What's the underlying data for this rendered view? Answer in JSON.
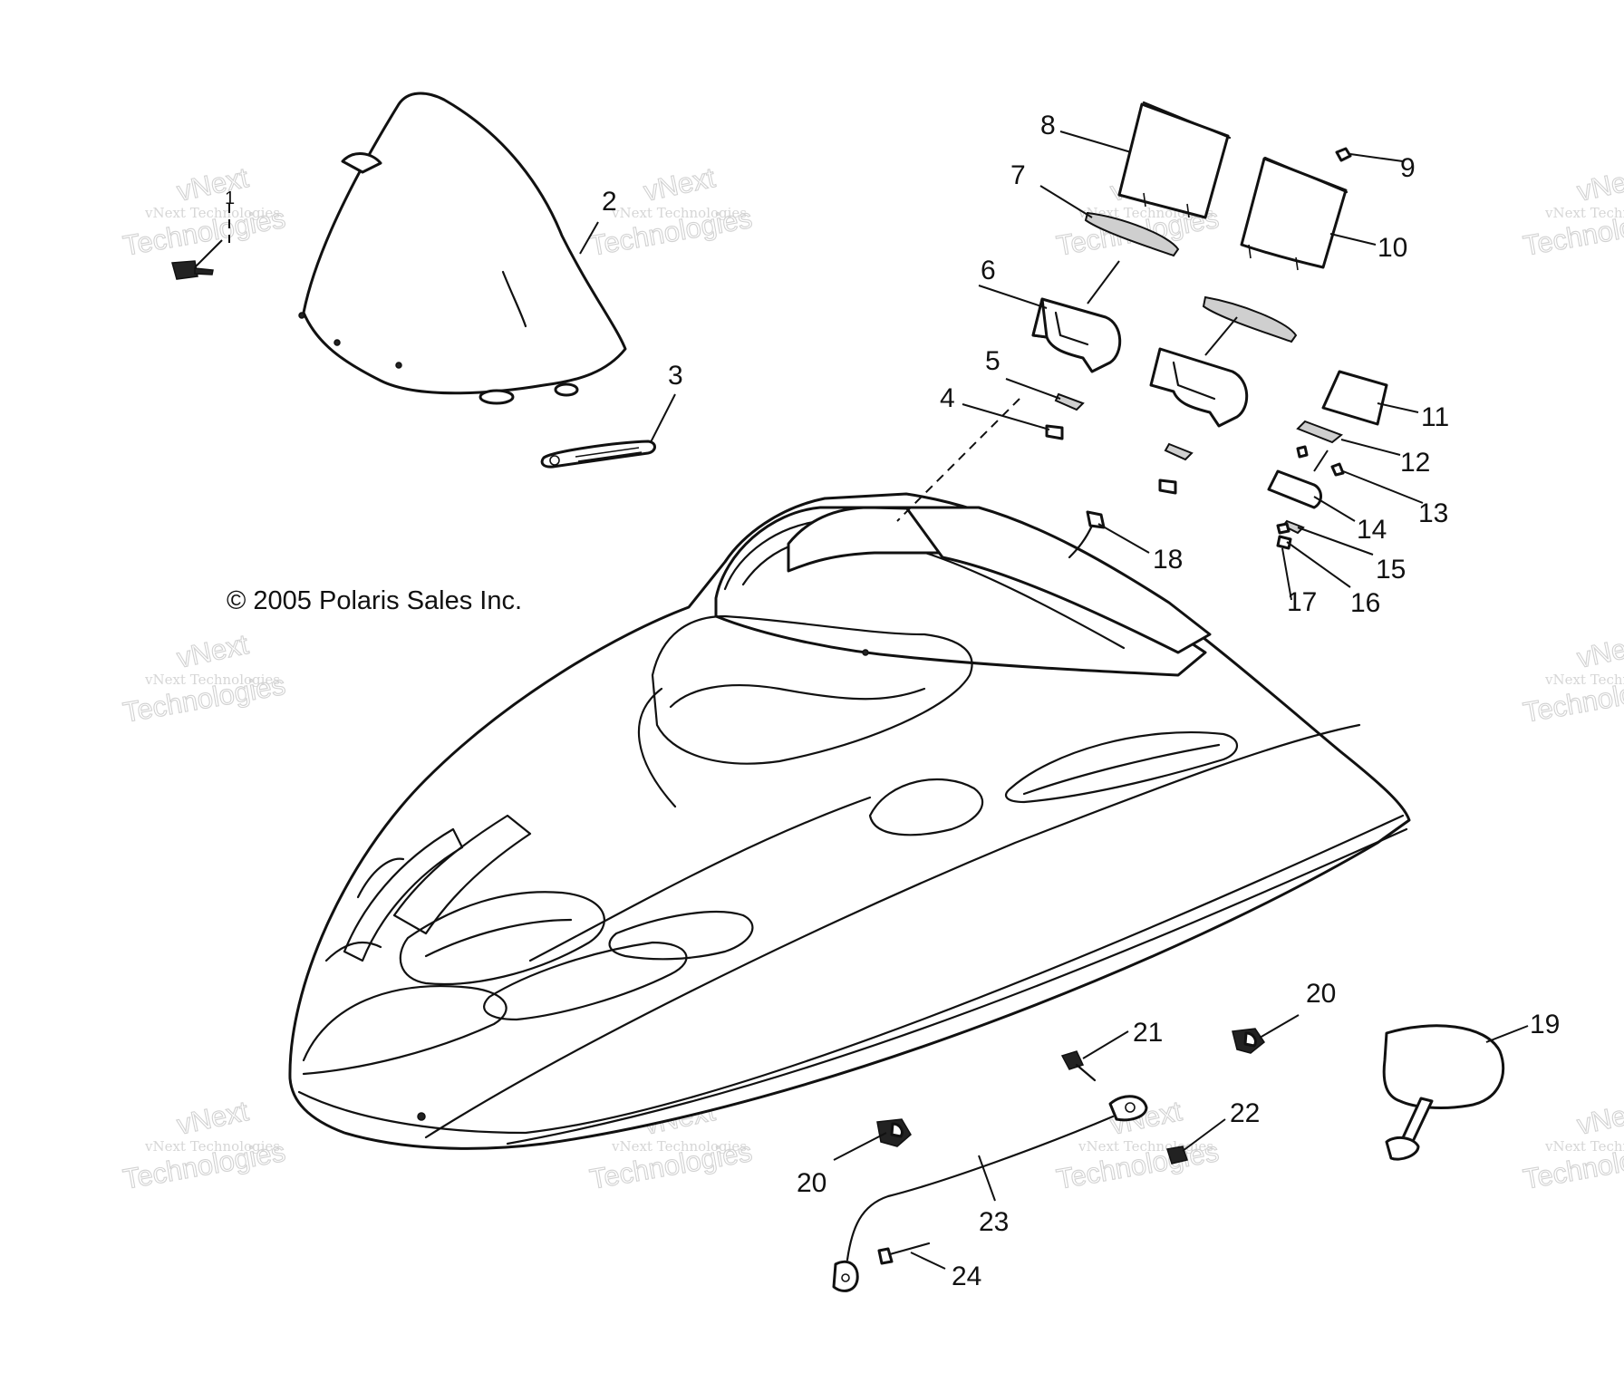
{
  "copyright": "© 2005 Polaris Sales Inc.",
  "watermark": {
    "line1": "vNext Technologies",
    "line2": "Technologies",
    "line3": "vNext"
  },
  "callouts": [
    {
      "id": "1",
      "label": "1"
    },
    {
      "id": "2",
      "label": "2"
    },
    {
      "id": "3",
      "label": "3"
    },
    {
      "id": "4",
      "label": "4"
    },
    {
      "id": "5",
      "label": "5"
    },
    {
      "id": "6",
      "label": "6"
    },
    {
      "id": "7",
      "label": "7"
    },
    {
      "id": "8",
      "label": "8"
    },
    {
      "id": "9",
      "label": "9"
    },
    {
      "id": "10",
      "label": "10"
    },
    {
      "id": "11",
      "label": "11"
    },
    {
      "id": "12",
      "label": "12"
    },
    {
      "id": "13",
      "label": "13"
    },
    {
      "id": "14",
      "label": "14"
    },
    {
      "id": "15",
      "label": "15"
    },
    {
      "id": "16",
      "label": "16"
    },
    {
      "id": "17",
      "label": "17"
    },
    {
      "id": "18",
      "label": "18"
    },
    {
      "id": "19",
      "label": "19"
    },
    {
      "id": "20a",
      "label": "20"
    },
    {
      "id": "20b",
      "label": "20"
    },
    {
      "id": "21",
      "label": "21"
    },
    {
      "id": "22",
      "label": "22"
    },
    {
      "id": "23",
      "label": "23"
    },
    {
      "id": "24",
      "label": "24"
    }
  ]
}
